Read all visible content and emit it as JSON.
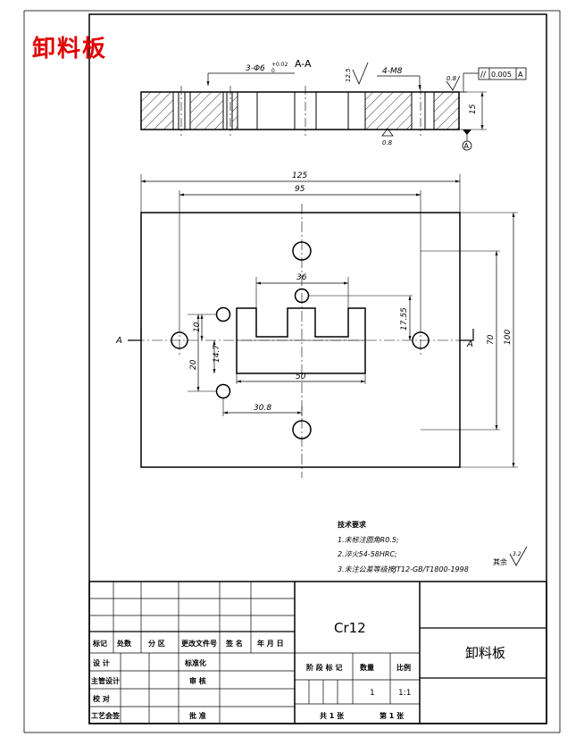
{
  "title": "卸料板",
  "section": {
    "label": "A-A",
    "holes_callout": "3-Φ6",
    "holes_tol_upper": "+0.02",
    "holes_tol_lower": "0",
    "thread_callout": "4-M8",
    "rough_top": "12.5",
    "rough_right": "0.8",
    "rough_bottom": "0.8",
    "parallel_symbol": "//",
    "parallel_tol": "0.005",
    "parallel_datum": "A",
    "thickness": "15",
    "datum_label": "A"
  },
  "plan": {
    "dim_width_total": "125",
    "dim_hole_pitch_x": "95",
    "dim_slot_inner": "36",
    "dim_hole_offset": "17.55",
    "dim_height_70": "70",
    "dim_height_100": "100",
    "dim_10": "10",
    "dim_14_7": "14.7",
    "dim_20": "20",
    "dim_slot_width": "50",
    "dim_30_8": "30.8",
    "section_mark_left": "A",
    "section_mark_right": "A"
  },
  "notes": {
    "heading": "技术要求",
    "items": [
      "1.未标注圆角R0.5;",
      "2.淬火54-58HRC;",
      "3.未注公差等级按JT12-GB/T1800-1998"
    ],
    "rest_label": "其余",
    "rest_rough": "3.2"
  },
  "title_block": {
    "material": "Cr12",
    "part_name": "卸料板",
    "row_headers": [
      "标记",
      "处数",
      "分 区",
      "更改文件号",
      "签 名",
      "年 月 日"
    ],
    "labels": {
      "design": "设 计",
      "standardize": "标准化",
      "chief": "主管设计",
      "review": "审 核",
      "proof": "校 对",
      "process": "工艺会签",
      "approve": "批 准"
    },
    "stage_mark": "阶 段 标 记",
    "weight": "数量",
    "scale": "比例",
    "quantity_value": "1",
    "scale_value": "1:1",
    "sheets_total": "共 1 张",
    "sheet_no": "第 1 张"
  }
}
